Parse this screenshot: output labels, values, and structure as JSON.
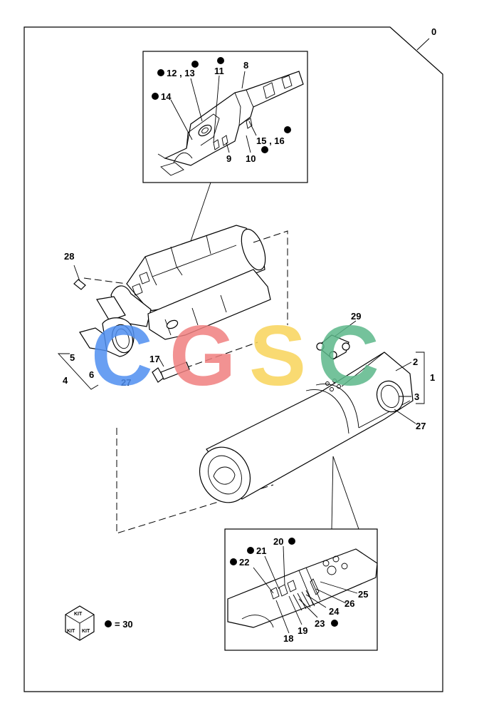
{
  "labels": {
    "l0": "0",
    "l1": "1",
    "l2": "2",
    "l3": "3",
    "l4": "4",
    "l5": "5",
    "l6": "6",
    "l8": "8",
    "l9": "9",
    "l10": "10",
    "l11": "11",
    "l12_13": "12 , 13",
    "l14": "14",
    "l15_16": "15 , 16",
    "l17": "17",
    "l18": "18",
    "l19": "19",
    "l20": "20",
    "l21": "21",
    "l22": "22",
    "l23": "23",
    "l24": "24",
    "l25": "25",
    "l26": "26",
    "l27a": "27",
    "l27b": "27",
    "l28": "28",
    "l29": "29",
    "kit_eq": "= 30"
  },
  "kit_icon": {
    "text_top": "KIT",
    "text_left": "KIT",
    "text_right": "KIT"
  },
  "watermark": {
    "letters": [
      "C",
      "G",
      "S",
      "C"
    ],
    "colors": [
      "#4f8ff0",
      "#f08080",
      "#f8d45a",
      "#5cb88a"
    ]
  },
  "colors": {
    "line": "#000000",
    "background": "#ffffff"
  }
}
